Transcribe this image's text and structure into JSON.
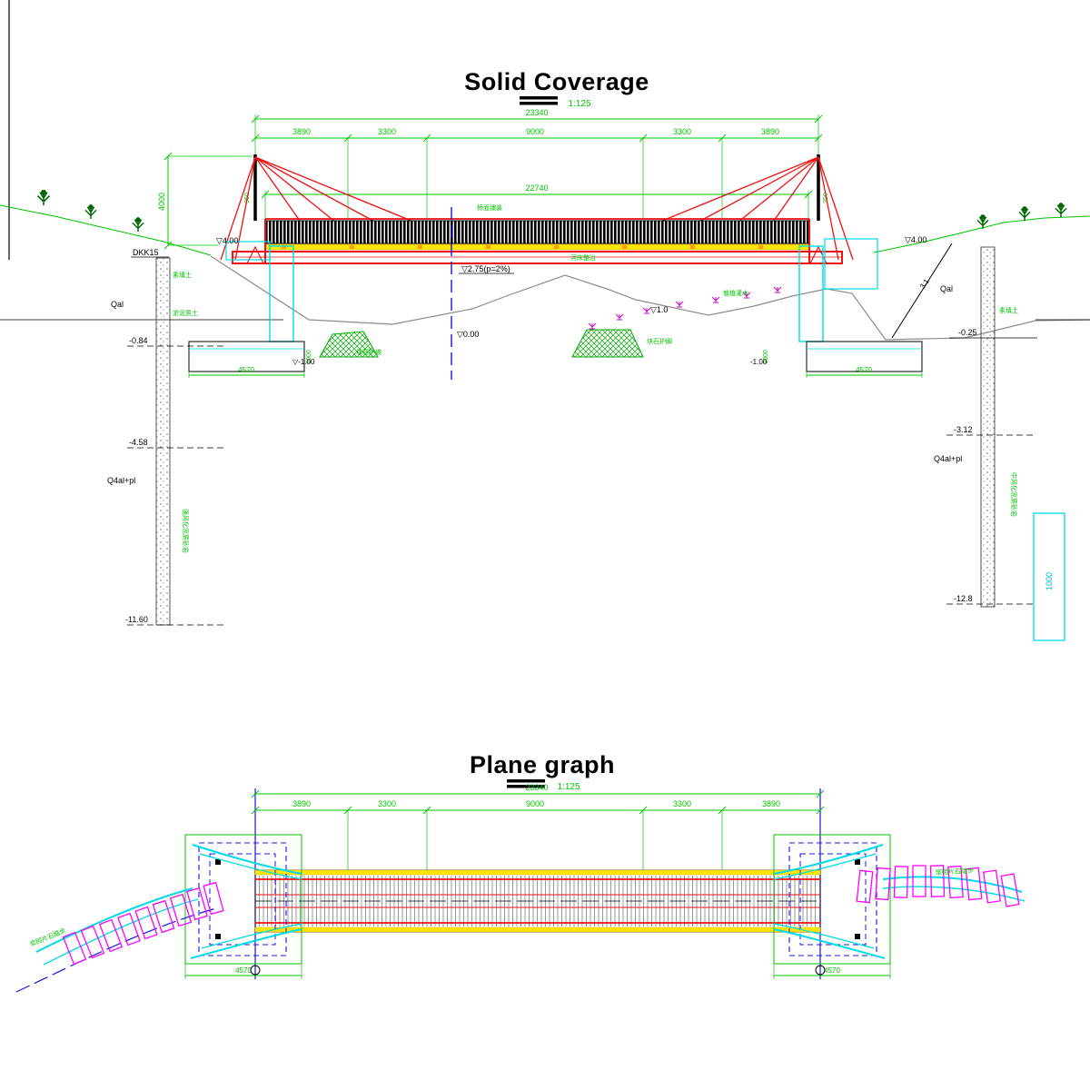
{
  "elevation": {
    "title": "Solid Coverage",
    "scale": "1:125",
    "dims": {
      "total": "23340",
      "segments": [
        "3890",
        "3300",
        "9000",
        "3300",
        "3890"
      ],
      "span": "22740",
      "height": "4000",
      "tower_left": "350",
      "tower_right": "350",
      "footing_left": "4570",
      "footing_right": "4570",
      "footing_side_left": "1000",
      "footing_side_right": "1000",
      "right_depth": "1000"
    },
    "levels": {
      "left_top": "▽4.00",
      "right_top": "▽4.00",
      "deck_slope": "▽2.75(p=2%)",
      "water": "▽1.0",
      "riverbed": "▽0.00",
      "left_1": "-0.84",
      "left_2": "-4.58",
      "left_3": "-11.60",
      "right_0": "-0.25",
      "right_1": "-3.12",
      "right_2": "-12.8",
      "pier_left": "▽-1.00",
      "pier_right": "-1.00"
    },
    "geo": {
      "borehole": "DKK15",
      "q_left_upper": "Qal",
      "q_left_lower": "Q4al+pl",
      "q_right_upper": "Qal",
      "q_right_lower": "Q4al+pl",
      "slope_ratio": "3:1"
    },
    "notes": {
      "deck": "桥面铺装",
      "channel": "河床整治",
      "riprap_left": "块石护坡",
      "riprap_center": "块石护脚",
      "planting": "栽植灌木",
      "left_soil_top": "素填土",
      "left_soil_mid": "淤泥质土",
      "left_soil_deep": "强风化泥质砂岩",
      "right_soil_top": "素填土",
      "right_soil_deep": "中风化泥质砂岩"
    }
  },
  "plan": {
    "title": "Plane graph",
    "scale": "1:125",
    "dims": {
      "total": "23340",
      "segments": [
        "3890",
        "3300",
        "9000",
        "3300",
        "3890"
      ],
      "footing_left": "4570",
      "footing_right": "4570"
    },
    "notes": {
      "steps_left": "浆砌片石踏步",
      "steps_right": "浆砌片石踏步"
    }
  }
}
